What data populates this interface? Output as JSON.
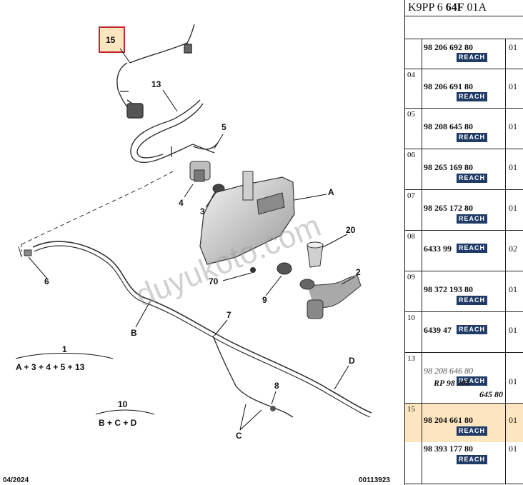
{
  "header": {
    "code": "K9PP 6 ",
    "bold": "64F",
    "suffix": " 01A"
  },
  "labels": {
    "p15": "15",
    "p13": "13",
    "p5": "5",
    "p4": "4",
    "p3": "3",
    "pA": "A",
    "p20": "20",
    "p6": "6",
    "p70": "70",
    "p9": "9",
    "p2": "2",
    "pB": "B",
    "p7": "7",
    "p1": "1",
    "f1": "A + 3 + 4 + 5 + 13",
    "pD": "D",
    "p8": "8",
    "p10": "10",
    "f10": "B + C + D",
    "pC": "C"
  },
  "watermark": "duyukoto.com",
  "footer": {
    "date": "04/2024",
    "ref": "00113923"
  },
  "badge": "REACH",
  "rows": [
    {
      "ref": "",
      "pn": "98 206 692 80",
      "qty": "01"
    },
    {
      "ref": "04",
      "pn": "98 206 691 80",
      "qty": "01"
    },
    {
      "ref": "05",
      "pn": "98 208 645 80",
      "qty": "01"
    },
    {
      "ref": "06",
      "pn": "98 265 169 80",
      "qty": "01"
    },
    {
      "ref": "07",
      "pn": "98 265 172 80",
      "qty": "01"
    },
    {
      "ref": "08",
      "pn": "6433 99",
      "qty": "02"
    },
    {
      "ref": "09",
      "pn": "98 372 193 80",
      "qty": "01"
    },
    {
      "ref": "10",
      "pn": "6439 47",
      "qty": "01"
    },
    {
      "ref": "13",
      "pn": "98 208 646 80",
      "rp1": "RP 98 208",
      "rp2": "645 80",
      "qty": "01"
    },
    {
      "ref": "15",
      "pn": "98 204 661 80",
      "qty": "01"
    },
    {
      "ref": "",
      "pn": "98 393 177 80",
      "qty": "01"
    }
  ]
}
